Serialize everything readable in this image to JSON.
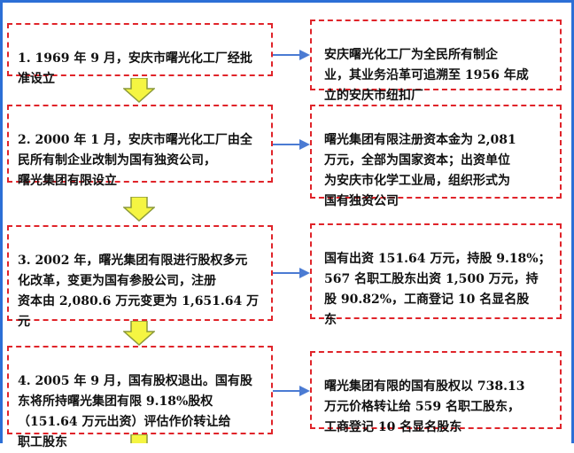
{
  "steps": [
    {
      "left": "1. 1969 年 9 月，安庆市曙光化工厂经批\n准设立",
      "right": "安庆曙光化工厂为全民所有制企\n业，其业务沿革可追溯至 1956 年成\n立的安庆市纽扣厂"
    },
    {
      "left": "2. 2000 年 1 月，安庆市曙光化工厂由全\n民所有制企业改制为国有独资公司，\n曙光集团有限设立",
      "right": "曙光集团有限注册资本金为 2,081\n万元，全部为国家资本；出资单位\n为安庆市化学工业局，组织形式为\n国有独资公司"
    },
    {
      "left": "3. 2002 年，曙光集团有限进行股权多元\n化改革，变更为国有参股公司，注册\n资本由 2,080.6 万元变更为 1,651.64 万\n元",
      "right": "国有出资 151.64 万元，持股 9.18%；\n567 名职工股东出资 1,500 万元，持\n股 90.82%，工商登记 10 名显名股\n东"
    },
    {
      "left": "4. 2005 年 9 月，国有股权退出。国有股\n东将所持曙光集团有限 9.18%股权\n（151.64 万元出资）评估作价转让给\n职工股东",
      "right": "曙光集团有限的国有股权以 738.13\n万元价格转让给 559 名职工股东，\n工商登记 10 名显名股东"
    }
  ],
  "colors": {
    "frame": "#2c6fd6",
    "box_border": "#e0242a",
    "connector": "#4b7bd3",
    "down_arrow_fill": "#f5f542",
    "down_arrow_stroke": "#8c9a3a"
  }
}
